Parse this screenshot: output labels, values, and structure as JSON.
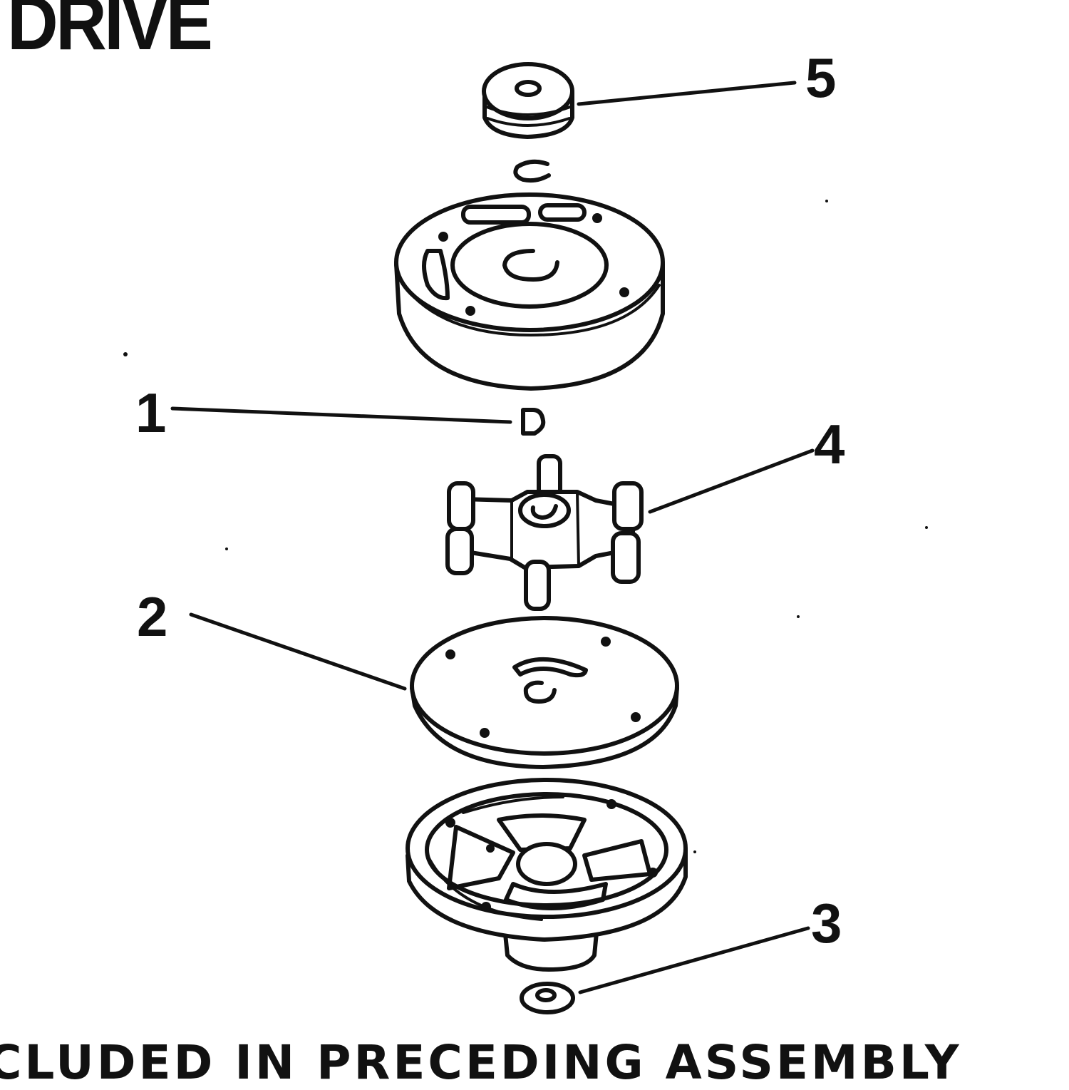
{
  "heading": "DRIVE",
  "footnote": "CLUDED IN PRECEDING ASSEMBLY",
  "callouts": {
    "c1": "1",
    "c2": "2",
    "c3": "3",
    "c4": "4",
    "c5": "5"
  }
}
